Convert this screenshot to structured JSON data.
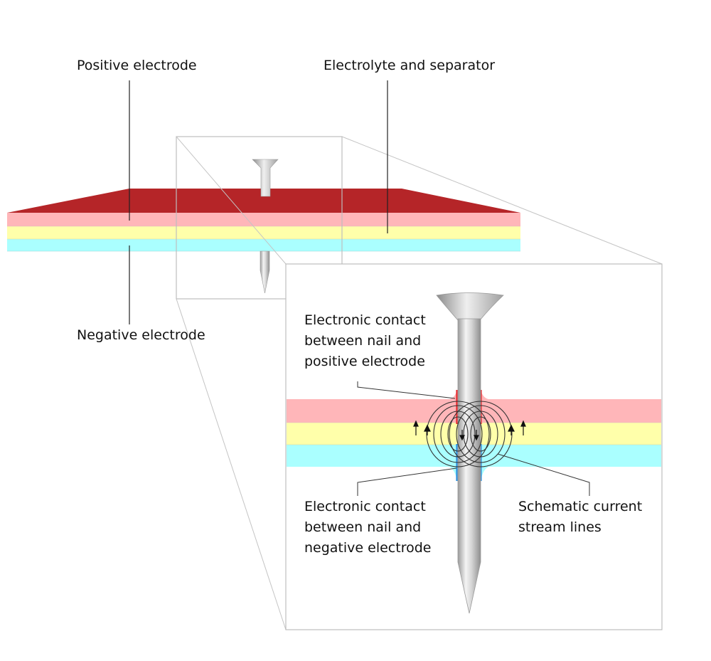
{
  "labels": {
    "positive_electrode": "Positive electrode",
    "electrolyte_separator": "Electrolyte and separator",
    "negative_electrode": "Negative electrode",
    "contact_positive": "Electronic contact\nbetween nail and\npositive electrode",
    "contact_negative": "Electronic contact\nbetween nail and\nnegative electrode",
    "stream_lines": "Schematic current\nstream lines"
  },
  "colors": {
    "positive_top": "#b52528",
    "positive_electrode": "#ffb6b9",
    "electrolyte": "#ffffaa",
    "negative_electrode": "#aaffff",
    "contact_positive": "#e8262b",
    "contact_negative": "#2a8fe0",
    "nail": "#c8c8c8"
  }
}
